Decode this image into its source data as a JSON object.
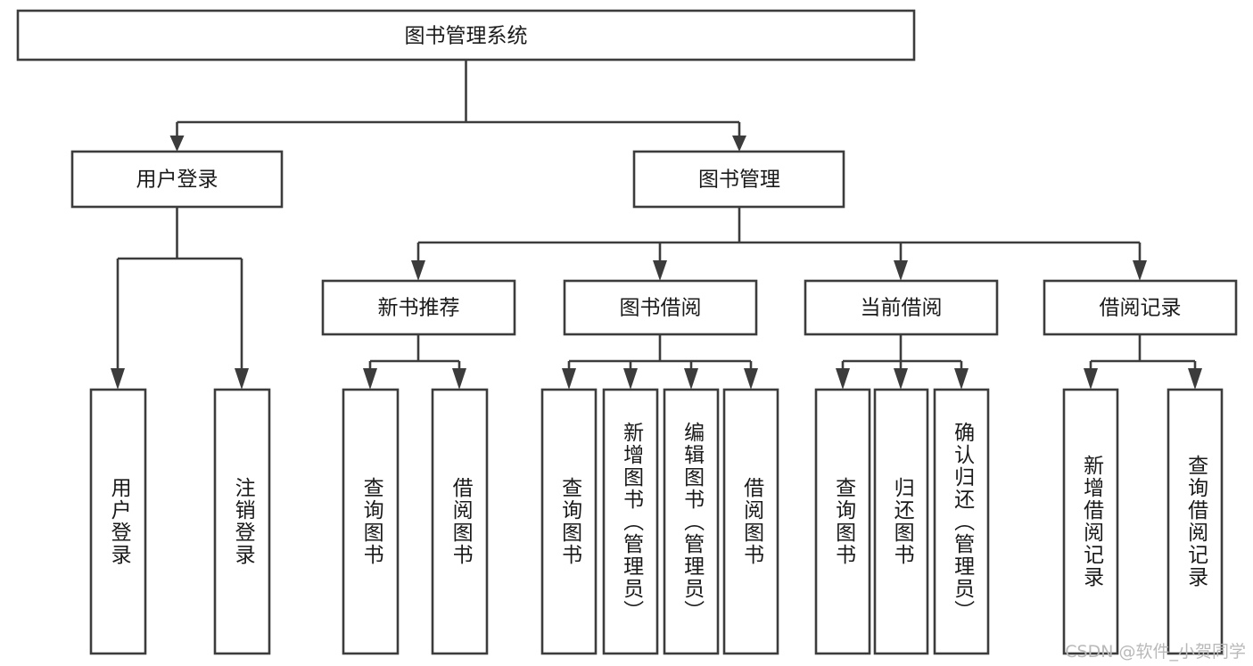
{
  "diagram": {
    "title": "图书管理系统",
    "type": "tree",
    "watermark": "CSDN @软件_小贺同学",
    "colors": {
      "stroke": "#3c3c3c",
      "box_fill": "#ffffff",
      "text": "#1a1a1a",
      "background": "#ffffff",
      "watermark": "#b9b9b9"
    },
    "root": {
      "label": "图书管理系统"
    },
    "level2": [
      {
        "label": "用户登录"
      },
      {
        "label": "图书管理"
      }
    ],
    "level3": [
      {
        "label": "新书推荐"
      },
      {
        "label": "图书借阅"
      },
      {
        "label": "当前借阅"
      },
      {
        "label": "借阅记录"
      }
    ],
    "leaves": {
      "user_login": [
        {
          "label": "用户登录"
        },
        {
          "label": "注销登录"
        }
      ],
      "new_book_recommend": [
        {
          "label": "查询图书"
        },
        {
          "label": "借阅图书"
        }
      ],
      "book_borrow": [
        {
          "label": "查询图书"
        },
        {
          "label": "新增图书（管理员）"
        },
        {
          "label": "编辑图书（管理员）"
        },
        {
          "label": "借阅图书"
        }
      ],
      "current_borrow": [
        {
          "label": "查询图书"
        },
        {
          "label": "归还图书"
        },
        {
          "label": "确认归还（管理员）"
        }
      ],
      "borrow_record": [
        {
          "label": "新增借阅记录"
        },
        {
          "label": "查询借阅记录"
        }
      ]
    }
  }
}
